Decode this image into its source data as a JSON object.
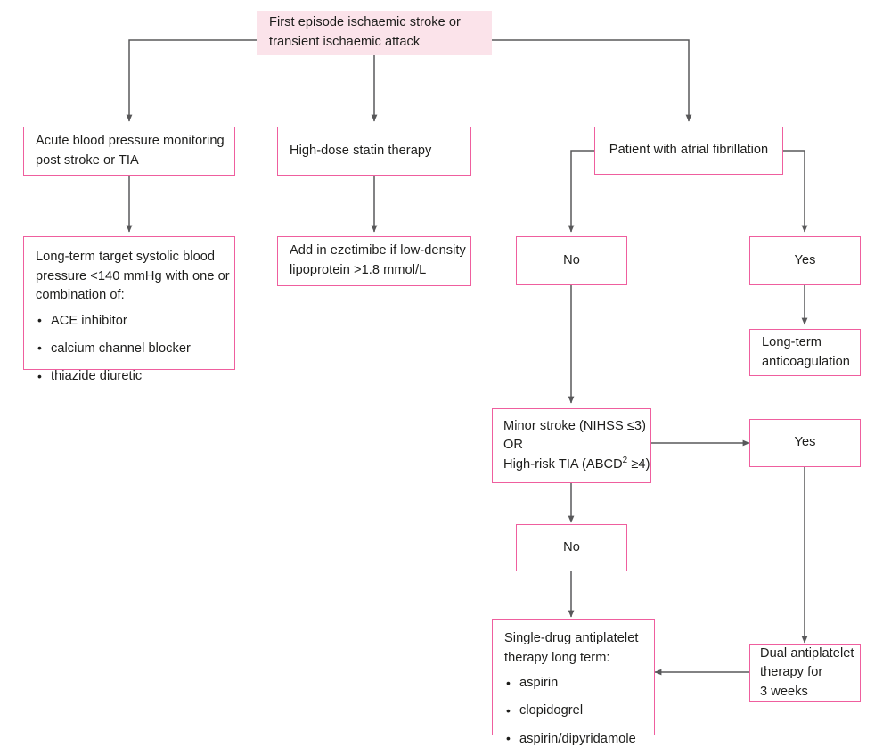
{
  "diagram": {
    "title": "Secondary prevention after first ischaemic stroke or TIA",
    "colors": {
      "node_border": "#ef5e9e",
      "start_fill": "#fbe3ea",
      "connector": "#58585a",
      "text": "#1d1d1b",
      "node_fill": "#ffffff"
    },
    "nodes": {
      "start": {
        "line1": "First episode ischaemic stroke or",
        "line2": "transient ischaemic attack"
      },
      "bp_monitoring": {
        "line1": "Acute blood pressure monitoring",
        "line2": "post stroke or TIA"
      },
      "bp_target": {
        "line1": "Long-term target systolic blood",
        "line2": "pressure <140 mmHg with one or",
        "line3": "combination of:",
        "bullets": [
          "ACE inhibitor",
          "calcium channel blocker",
          "thiazide diuretic"
        ]
      },
      "statin": {
        "line1": "High-dose statin therapy"
      },
      "ezetimibe": {
        "line1": "Add in ezetimibe if low-density",
        "line2": "lipoprotein >1.8 mmol/L"
      },
      "af_patient": {
        "line1": "Patient with atrial fibrillation"
      },
      "af_no": {
        "label": "No"
      },
      "af_yes": {
        "label": "Yes"
      },
      "anticoagulation": {
        "line1": "Long-term",
        "line2": "anticoagulation"
      },
      "minor_stroke": {
        "line1": "Minor stroke (NIHSS ≤3)",
        "line2": "OR",
        "line3_pre": "High-risk TIA (ABCD",
        "line3_sup": "2",
        "line3_post": " ≥4)"
      },
      "minor_yes": {
        "label": "Yes"
      },
      "minor_no": {
        "label": "No"
      },
      "dapt": {
        "line1": "Dual antiplatelet",
        "line2": "therapy for",
        "line3": "3 weeks"
      },
      "sapt": {
        "line1": "Single-drug antiplatelet",
        "line2": "therapy long term:",
        "bullets": [
          "aspirin",
          "clopidogrel",
          "aspirin/dipyridamole"
        ]
      }
    }
  }
}
